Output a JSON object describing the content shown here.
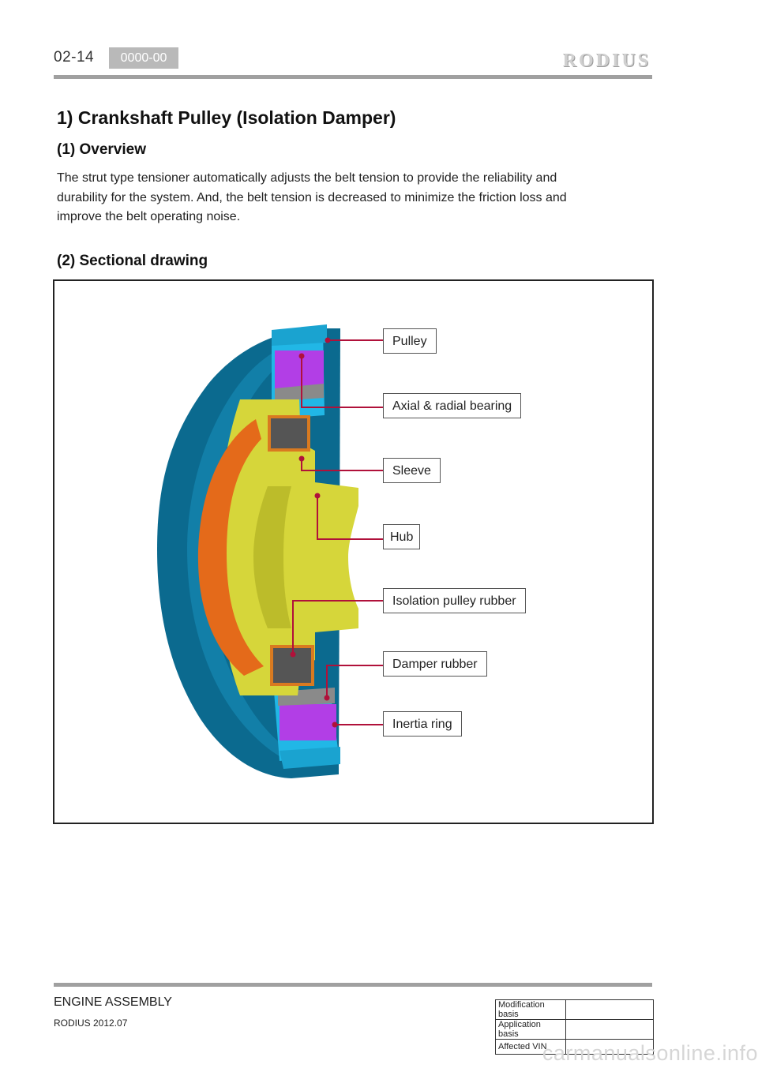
{
  "header": {
    "page_number": "02-14",
    "code": "0000-00",
    "brand": "RODIUS"
  },
  "content": {
    "title": "1) Crankshaft Pulley (Isolation Damper)",
    "overview_heading": "(1) Overview",
    "overview_text": "The strut type tensioner automatically adjusts the belt tension to provide the reliability and durability for the system. And, the belt tension is decreased to minimize the friction loss and improve the belt operating noise.",
    "drawing_heading": "(2) Sectional drawing"
  },
  "figure": {
    "callouts": [
      {
        "id": "pulley",
        "label": "Pulley"
      },
      {
        "id": "bearing",
        "label": "Axial & radial bearing"
      },
      {
        "id": "sleeve",
        "label": "Sleeve"
      },
      {
        "id": "hub",
        "label": "Hub"
      },
      {
        "id": "isolation",
        "label": "Isolation pulley rubber"
      },
      {
        "id": "damper",
        "label": "Damper rubber"
      },
      {
        "id": "inertia",
        "label": "Inertia ring"
      }
    ],
    "colors": {
      "outer_disc": "#0b6a8f",
      "pulley_ring": "#21b7e6",
      "hub": "#d6d63a",
      "inner_disc": "#e46a1a",
      "inertia_ring": "#b23ee6",
      "rubber": "#8a8a8a",
      "leader": "#b0113a"
    }
  },
  "footer": {
    "section": "ENGINE ASSEMBLY",
    "model": "RODIUS 2012.07",
    "revision_rows": [
      {
        "label": "Modification basis",
        "value": ""
      },
      {
        "label": "Application basis",
        "value": ""
      },
      {
        "label": "Affected VIN",
        "value": ""
      }
    ]
  },
  "watermark": "carmanualsonline.info"
}
